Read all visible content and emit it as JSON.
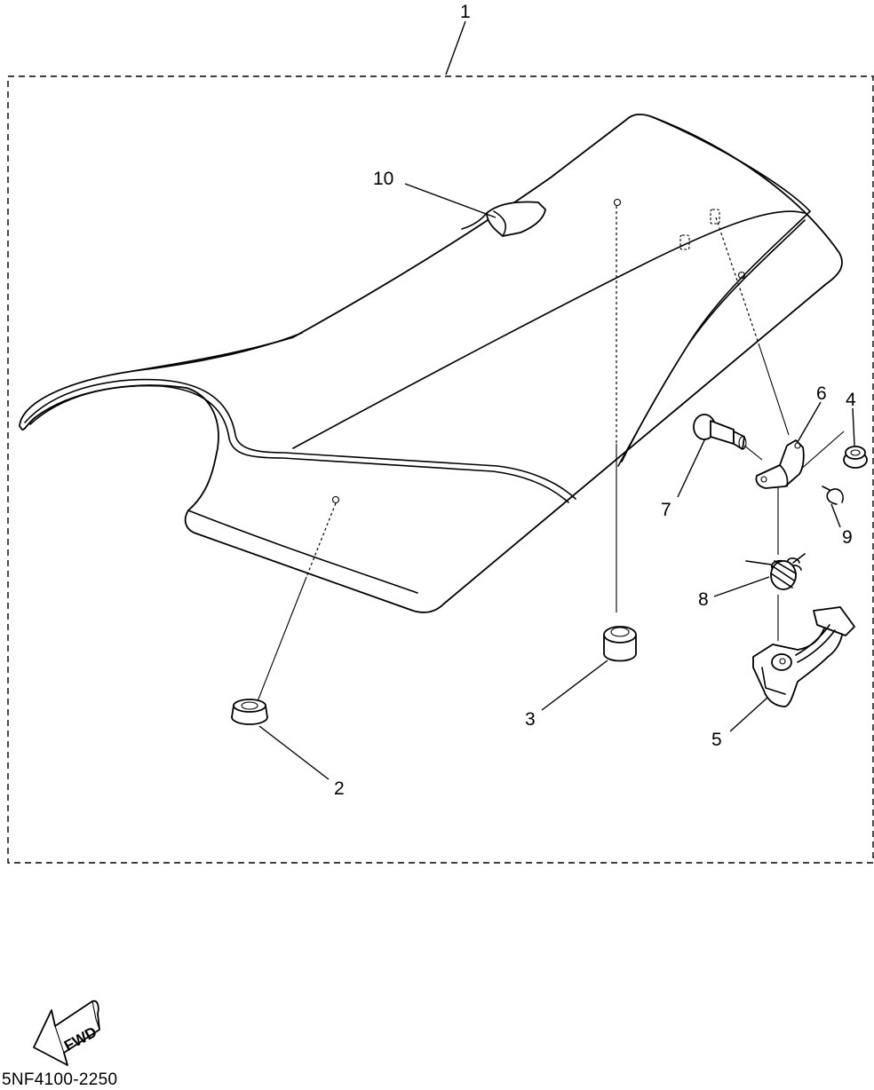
{
  "diagram": {
    "callouts": [
      "1",
      "2",
      "3",
      "4",
      "5",
      "6",
      "7",
      "8",
      "9",
      "10"
    ],
    "fwd_label": "FWD",
    "part_code": "5NF4100-2250"
  }
}
